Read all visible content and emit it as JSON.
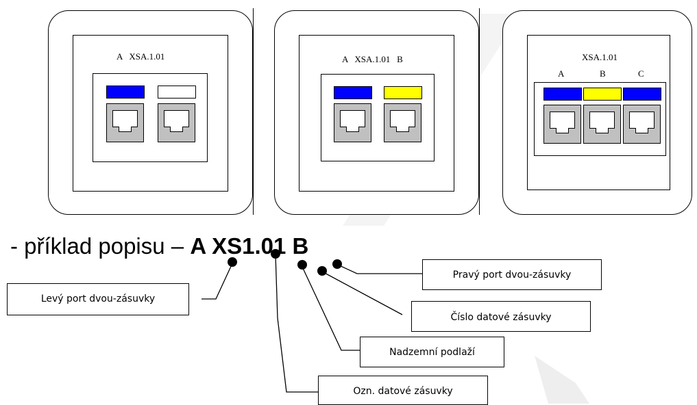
{
  "colors": {
    "blue": "#0000ff",
    "yellow": "#ffff00",
    "white": "#ffffff",
    "port_gray": "#c0c0c0"
  },
  "plates": [
    {
      "label": "A   XSA.1.01",
      "bars": [
        "blue",
        "white"
      ]
    },
    {
      "label": "A   XSA.1.01   B",
      "bars": [
        "blue",
        "yellow"
      ]
    },
    {
      "label": "XSA.1.01",
      "sub_labels": [
        "A",
        "B",
        "C"
      ],
      "bars": [
        "blue",
        "yellow",
        "blue"
      ]
    }
  ],
  "example": {
    "prefix": "- příklad popisu – ",
    "code": "A XS1.01 B"
  },
  "callouts": {
    "left_port": "Levý port dvou-zásuvky",
    "right_port": "Pravý port dvou-zásuvky",
    "outlet_number": "Číslo datové zásuvky",
    "floor": "Nadzemní podlaží",
    "outlet_designation": "Ozn. datové zásuvky"
  }
}
